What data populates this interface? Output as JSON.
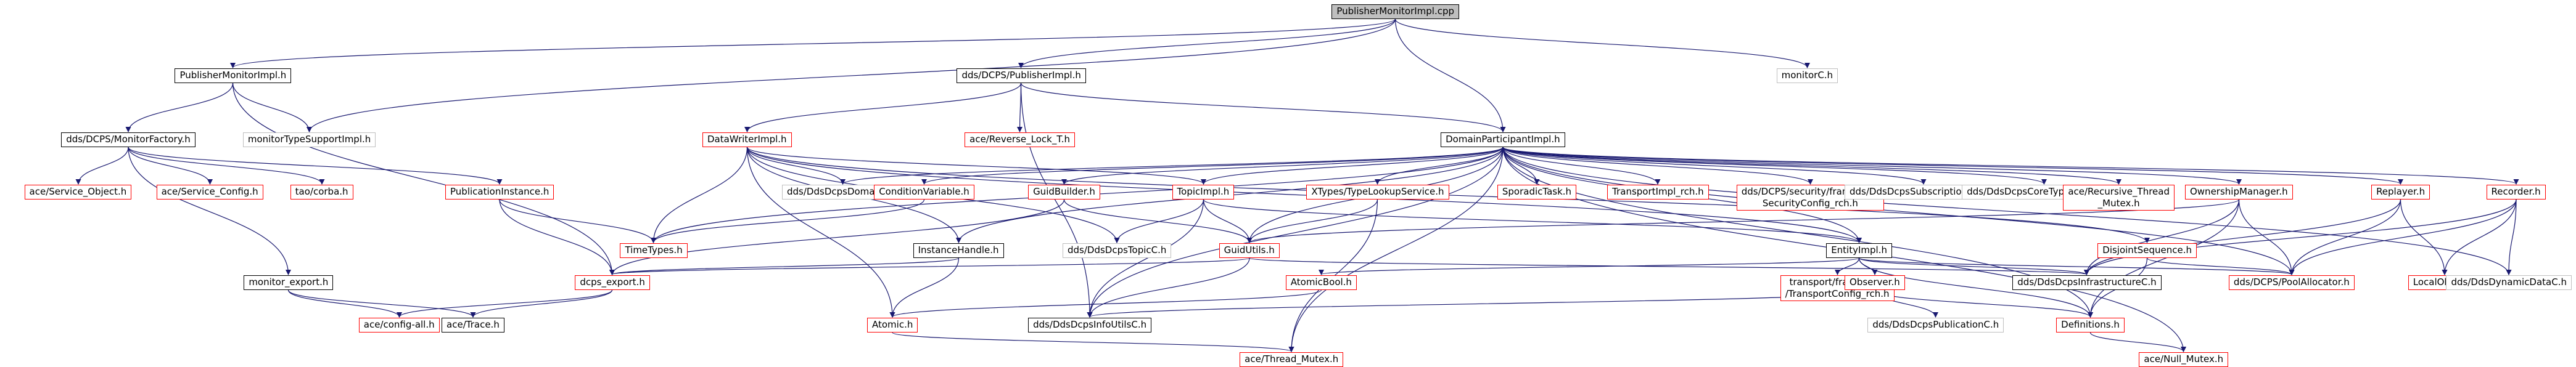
{
  "graph": {
    "root": "PublisherMonitorImpl.cpp",
    "nodes": [
      {
        "id": "root",
        "label": "PublisherMonitorImpl.cpp",
        "style": "root"
      },
      {
        "id": "pubmon_h",
        "label": "PublisherMonitorImpl.h",
        "style": "black"
      },
      {
        "id": "dcps_pub",
        "label": "dds/DCPS/PublisherImpl.h",
        "style": "black"
      },
      {
        "id": "monitorC",
        "label": "monitorC.h",
        "style": "gray"
      },
      {
        "id": "monfac",
        "label": "dds/DCPS/MonitorFactory.h",
        "style": "black"
      },
      {
        "id": "montype",
        "label": "monitorTypeSupportImpl.h",
        "style": "gray"
      },
      {
        "id": "datawriter",
        "label": "DataWriterImpl.h",
        "style": "red"
      },
      {
        "id": "revlock",
        "label": "ace/Reverse_Lock_T.h",
        "style": "red"
      },
      {
        "id": "dpimpl",
        "label": "DomainParticipantImpl.h",
        "style": "black"
      },
      {
        "id": "svcobj",
        "label": "ace/Service_Object.h",
        "style": "red"
      },
      {
        "id": "svccfg",
        "label": "ace/Service_Config.h",
        "style": "red"
      },
      {
        "id": "taocorba",
        "label": "tao/corba.h",
        "style": "red"
      },
      {
        "id": "pubinst",
        "label": "PublicationInstance.h",
        "style": "red"
      },
      {
        "id": "ddsdomainc",
        "label": "dds/DdsDcpsDomainC.h",
        "style": "gray"
      },
      {
        "id": "condvar",
        "label": "ConditionVariable.h",
        "style": "red"
      },
      {
        "id": "guidbuilder",
        "label": "GuidBuilder.h",
        "style": "red"
      },
      {
        "id": "topicimpl",
        "label": "TopicImpl.h",
        "style": "red"
      },
      {
        "id": "xtypes",
        "label": "XTypes/TypeLookupService.h",
        "style": "red"
      },
      {
        "id": "sporadic",
        "label": "SporadicTask.h",
        "style": "red"
      },
      {
        "id": "transportrch",
        "label": "TransportImpl_rch.h",
        "style": "red"
      },
      {
        "id": "secconfig",
        "label": "dds/DCPS/security/framework\nSecurityConfig_rch.h",
        "style": "red"
      },
      {
        "id": "subext",
        "label": "dds/DdsDcpsSubscriptionExtC.h",
        "style": "gray"
      },
      {
        "id": "coretype",
        "label": "dds/DdsDcpsCoreTypeSupportC.h",
        "style": "gray"
      },
      {
        "id": "recmutex",
        "label": "ace/Recursive_Thread\n_Mutex.h",
        "style": "red"
      },
      {
        "id": "ownership",
        "label": "OwnershipManager.h",
        "style": "red"
      },
      {
        "id": "replayer",
        "label": "Replayer.h",
        "style": "red"
      },
      {
        "id": "recorder",
        "label": "Recorder.h",
        "style": "red"
      },
      {
        "id": "timetypes",
        "label": "TimeTypes.h",
        "style": "red"
      },
      {
        "id": "instance",
        "label": "InstanceHandle.h",
        "style": "black"
      },
      {
        "id": "ddstopicc",
        "label": "dds/DdsDcpsTopicC.h",
        "style": "gray"
      },
      {
        "id": "guidutils",
        "label": "GuidUtils.h",
        "style": "red"
      },
      {
        "id": "entityimpl",
        "label": "EntityImpl.h",
        "style": "black"
      },
      {
        "id": "disjoint",
        "label": "DisjointSequence.h",
        "style": "red"
      },
      {
        "id": "monexport",
        "label": "monitor_export.h",
        "style": "black"
      },
      {
        "id": "dcpsexport",
        "label": "dcps_export.h",
        "style": "red"
      },
      {
        "id": "atomicbool",
        "label": "AtomicBool.h",
        "style": "red"
      },
      {
        "id": "transportcfg",
        "label": "transport/framework\n/TransportConfig_rch.h",
        "style": "red"
      },
      {
        "id": "observer",
        "label": "Observer.h",
        "style": "red"
      },
      {
        "id": "infrac",
        "label": "dds/DdsDcpsInfrastructureC.h",
        "style": "black"
      },
      {
        "id": "poolalloc",
        "label": "dds/DCPS/PoolAllocator.h",
        "style": "red"
      },
      {
        "id": "localobj",
        "label": "LocalObject.h",
        "style": "red"
      },
      {
        "id": "dynamicdata",
        "label": "dds/DdsDynamicDataC.h",
        "style": "gray"
      },
      {
        "id": "aceconfigall",
        "label": "ace/config-all.h",
        "style": "red"
      },
      {
        "id": "acetrace",
        "label": "ace/Trace.h",
        "style": "black"
      },
      {
        "id": "atomic",
        "label": "Atomic.h",
        "style": "red"
      },
      {
        "id": "infoutils",
        "label": "dds/DdsDcpsInfoUtilsC.h",
        "style": "black"
      },
      {
        "id": "pubc",
        "label": "dds/DdsDcpsPublicationC.h",
        "style": "gray"
      },
      {
        "id": "definitions",
        "label": "Definitions.h",
        "style": "red"
      },
      {
        "id": "threadmutex",
        "label": "ace/Thread_Mutex.h",
        "style": "red"
      },
      {
        "id": "nullmutex",
        "label": "ace/Null_Mutex.h",
        "style": "red"
      }
    ],
    "edges": [
      [
        "root",
        "pubmon_h"
      ],
      [
        "root",
        "dcps_pub"
      ],
      [
        "root",
        "monitorC"
      ],
      [
        "root",
        "montype"
      ],
      [
        "root",
        "dpimpl"
      ],
      [
        "pubmon_h",
        "monfac"
      ],
      [
        "pubmon_h",
        "montype"
      ],
      [
        "pubmon_h",
        "dcpsexport"
      ],
      [
        "dcps_pub",
        "datawriter"
      ],
      [
        "dcps_pub",
        "revlock"
      ],
      [
        "dcps_pub",
        "dpimpl"
      ],
      [
        "dcps_pub",
        "infoutils"
      ],
      [
        "monfac",
        "monexport"
      ],
      [
        "monfac",
        "svcobj"
      ],
      [
        "monfac",
        "svccfg"
      ],
      [
        "monfac",
        "taocorba"
      ],
      [
        "monfac",
        "pubinst"
      ],
      [
        "datawriter",
        "ddsdomainc"
      ],
      [
        "datawriter",
        "timetypes"
      ],
      [
        "datawriter",
        "instance"
      ],
      [
        "datawriter",
        "ddstopicc"
      ],
      [
        "datawriter",
        "topicimpl"
      ],
      [
        "datawriter",
        "entityimpl"
      ],
      [
        "datawriter",
        "disjoint"
      ],
      [
        "datawriter",
        "atomic"
      ],
      [
        "dpimpl",
        "ddsdomainc"
      ],
      [
        "dpimpl",
        "condvar"
      ],
      [
        "dpimpl",
        "guidbuilder"
      ],
      [
        "dpimpl",
        "topicimpl"
      ],
      [
        "dpimpl",
        "xtypes"
      ],
      [
        "dpimpl",
        "sporadic"
      ],
      [
        "dpimpl",
        "transportrch"
      ],
      [
        "dpimpl",
        "secconfig"
      ],
      [
        "dpimpl",
        "subext"
      ],
      [
        "dpimpl",
        "coretype"
      ],
      [
        "dpimpl",
        "recmutex"
      ],
      [
        "dpimpl",
        "ownership"
      ],
      [
        "dpimpl",
        "replayer"
      ],
      [
        "dpimpl",
        "recorder"
      ],
      [
        "dpimpl",
        "instance"
      ],
      [
        "dpimpl",
        "guidutils"
      ],
      [
        "dpimpl",
        "entityimpl"
      ],
      [
        "dpimpl",
        "poolalloc"
      ],
      [
        "dpimpl",
        "definitions"
      ],
      [
        "dpimpl",
        "dynamicdata"
      ],
      [
        "dpimpl",
        "nullmutex"
      ],
      [
        "dpimpl",
        "threadmutex"
      ],
      [
        "dpimpl",
        "infoutils"
      ],
      [
        "dpimpl",
        "timetypes"
      ],
      [
        "pubinst",
        "timetypes"
      ],
      [
        "pubinst",
        "dcpsexport"
      ],
      [
        "condvar",
        "timetypes"
      ],
      [
        "guidbuilder",
        "guidutils"
      ],
      [
        "guidbuilder",
        "dcpsexport"
      ],
      [
        "topicimpl",
        "guidutils"
      ],
      [
        "topicimpl",
        "ddstopicc"
      ],
      [
        "topicimpl",
        "entityimpl"
      ],
      [
        "topicimpl",
        "infoutils"
      ],
      [
        "xtypes",
        "guidutils"
      ],
      [
        "xtypes",
        "threadmutex"
      ],
      [
        "ownership",
        "guidutils"
      ],
      [
        "ownership",
        "definitions"
      ],
      [
        "ownership",
        "poolalloc"
      ],
      [
        "ownership",
        "infrac"
      ],
      [
        "replayer",
        "poolalloc"
      ],
      [
        "replayer",
        "infrac"
      ],
      [
        "replayer",
        "localobj"
      ],
      [
        "recorder",
        "poolalloc"
      ],
      [
        "recorder",
        "infrac"
      ],
      [
        "recorder",
        "localobj"
      ],
      [
        "recorder",
        "dynamicdata"
      ],
      [
        "instance",
        "dcpsexport"
      ],
      [
        "instance",
        "atomic"
      ],
      [
        "guidutils",
        "dcpsexport"
      ],
      [
        "guidutils",
        "infoutils"
      ],
      [
        "guidutils",
        "infrac"
      ],
      [
        "entityimpl",
        "atomicbool"
      ],
      [
        "entityimpl",
        "transportcfg"
      ],
      [
        "entityimpl",
        "observer"
      ],
      [
        "entityimpl",
        "infrac"
      ],
      [
        "entityimpl",
        "poolalloc"
      ],
      [
        "entityimpl",
        "definitions"
      ],
      [
        "disjoint",
        "poolalloc"
      ],
      [
        "disjoint",
        "definitions"
      ],
      [
        "monexport",
        "aceconfigall"
      ],
      [
        "monexport",
        "acetrace"
      ],
      [
        "dcpsexport",
        "aceconfigall"
      ],
      [
        "dcpsexport",
        "acetrace"
      ],
      [
        "atomicbool",
        "atomic"
      ],
      [
        "observer",
        "infoutils"
      ],
      [
        "observer",
        "pubc"
      ],
      [
        "observer",
        "definitions"
      ],
      [
        "atomic",
        "threadmutex"
      ],
      [
        "definitions",
        "nullmutex"
      ]
    ]
  }
}
